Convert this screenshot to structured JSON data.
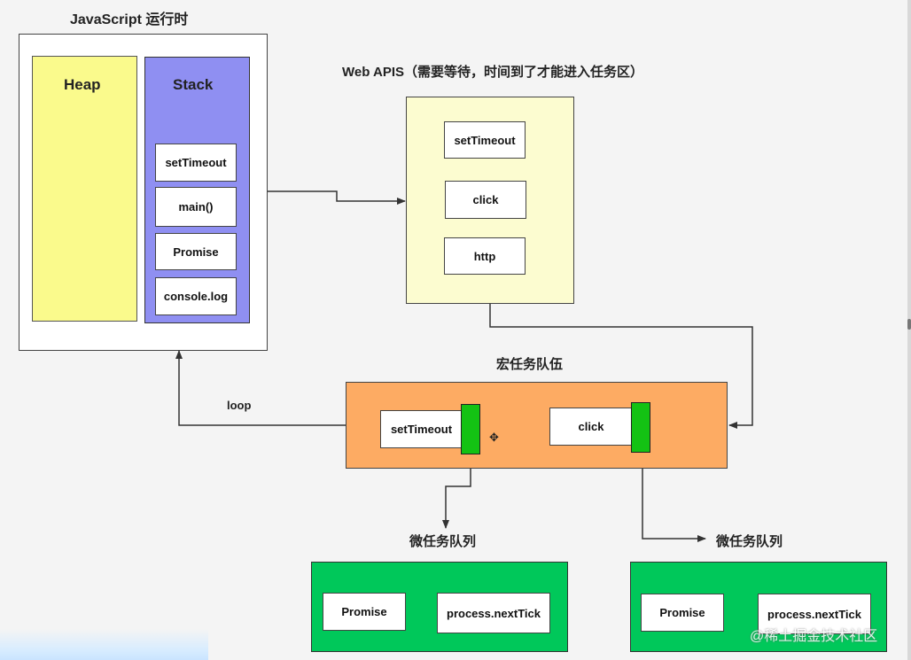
{
  "runtime": {
    "title": "JavaScript 运行时",
    "heap_label": "Heap",
    "stack_label": "Stack",
    "stack_items": [
      "setTimeout",
      "main()",
      "Promise",
      "console.log"
    ]
  },
  "webapis": {
    "title": "Web APIS（需要等待，时间到了才能进入任务区）",
    "items": [
      "setTimeout",
      "click",
      "http"
    ]
  },
  "macro_queue": {
    "title": "宏任务队伍",
    "items": [
      "setTimeout",
      "click"
    ]
  },
  "loop_label": "loop",
  "micro_queues": [
    {
      "title": "微任务队列",
      "items": [
        "Promise",
        "process.nextTick"
      ]
    },
    {
      "title": "微任务队列",
      "items": [
        "Promise",
        "process.nextTick"
      ]
    }
  ],
  "watermark": "@稀土掘金技术社区",
  "colors": {
    "heap": "#fafa8c",
    "stack": "#8f8ff2",
    "webapis": "#fcfcd0",
    "macro": "#fdab63",
    "micro": "#00c85a",
    "marker": "#13c213"
  }
}
